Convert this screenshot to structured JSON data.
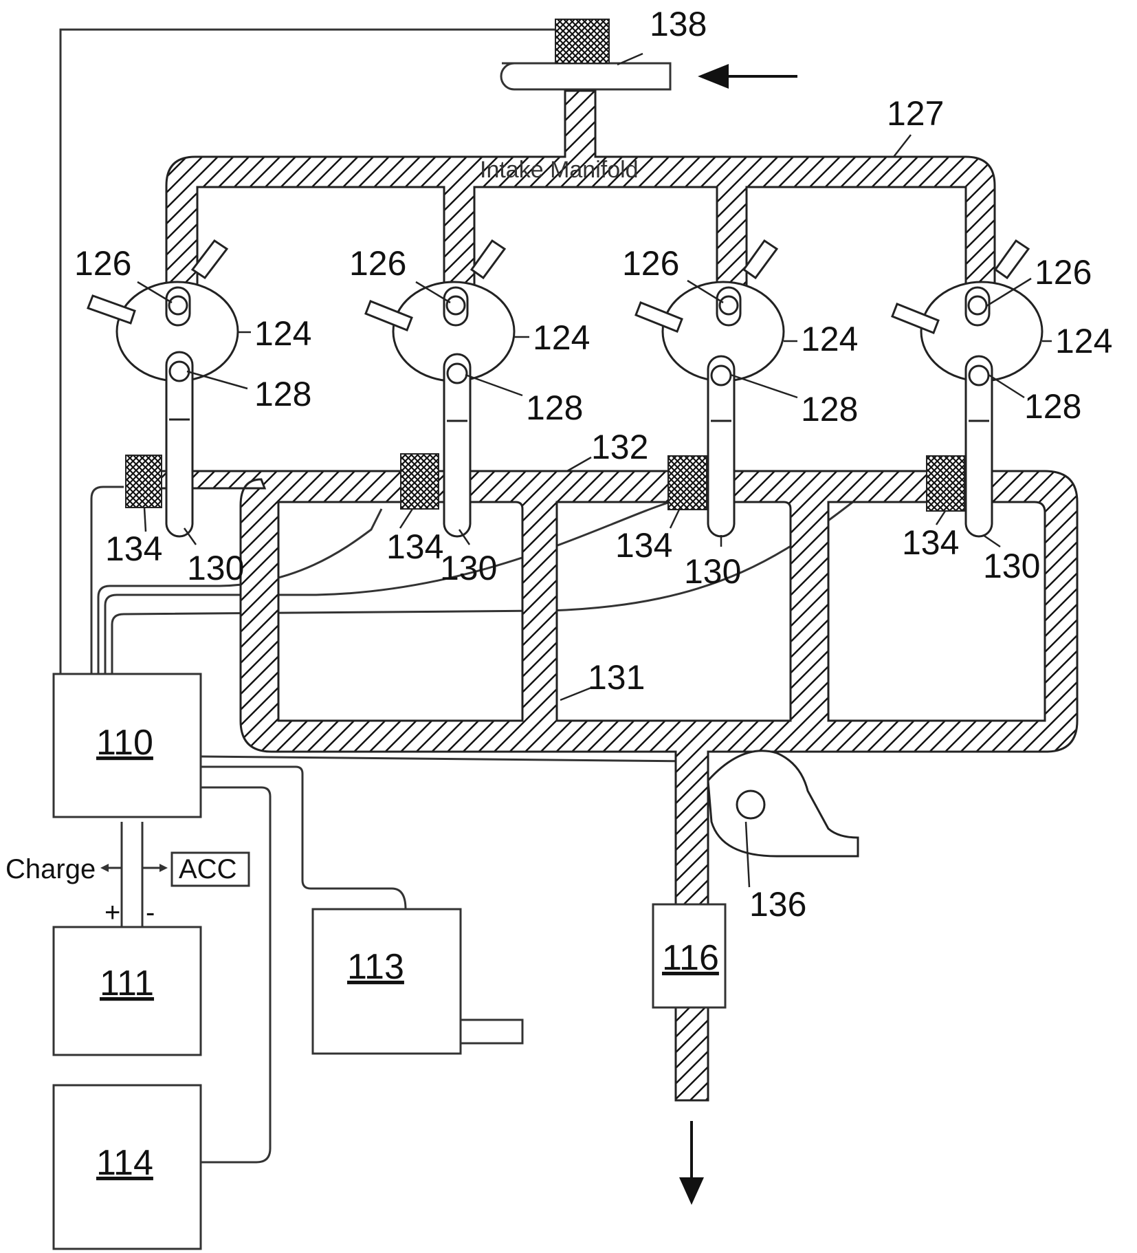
{
  "manifold": {
    "ref": "127",
    "caption": "Intake Manifold",
    "throttle_ref": "138",
    "exhaust_manifold_ref": "131",
    "exhaust_branch_ref": "132"
  },
  "cylinders": [
    {
      "chamber": "124",
      "intake_valve": "126",
      "exhaust_valve": "128",
      "exhaust_port": "130",
      "sensor": "134"
    },
    {
      "chamber": "124",
      "intake_valve": "126",
      "exhaust_valve": "128",
      "exhaust_port": "130",
      "sensor": "134"
    },
    {
      "chamber": "124",
      "intake_valve": "126",
      "exhaust_valve": "128",
      "exhaust_port": "130",
      "sensor": "134"
    },
    {
      "chamber": "124",
      "intake_valve": "126",
      "exhaust_valve": "128",
      "exhaust_port": "130",
      "sensor": "134"
    }
  ],
  "boxes": {
    "controller": "110",
    "battery": "111",
    "motor": "113",
    "unit_114": "114",
    "catalyst": "116"
  },
  "turbo_ref": "136",
  "power": {
    "charge": "Charge",
    "acc": "ACC",
    "plus": "+",
    "minus": "-"
  }
}
